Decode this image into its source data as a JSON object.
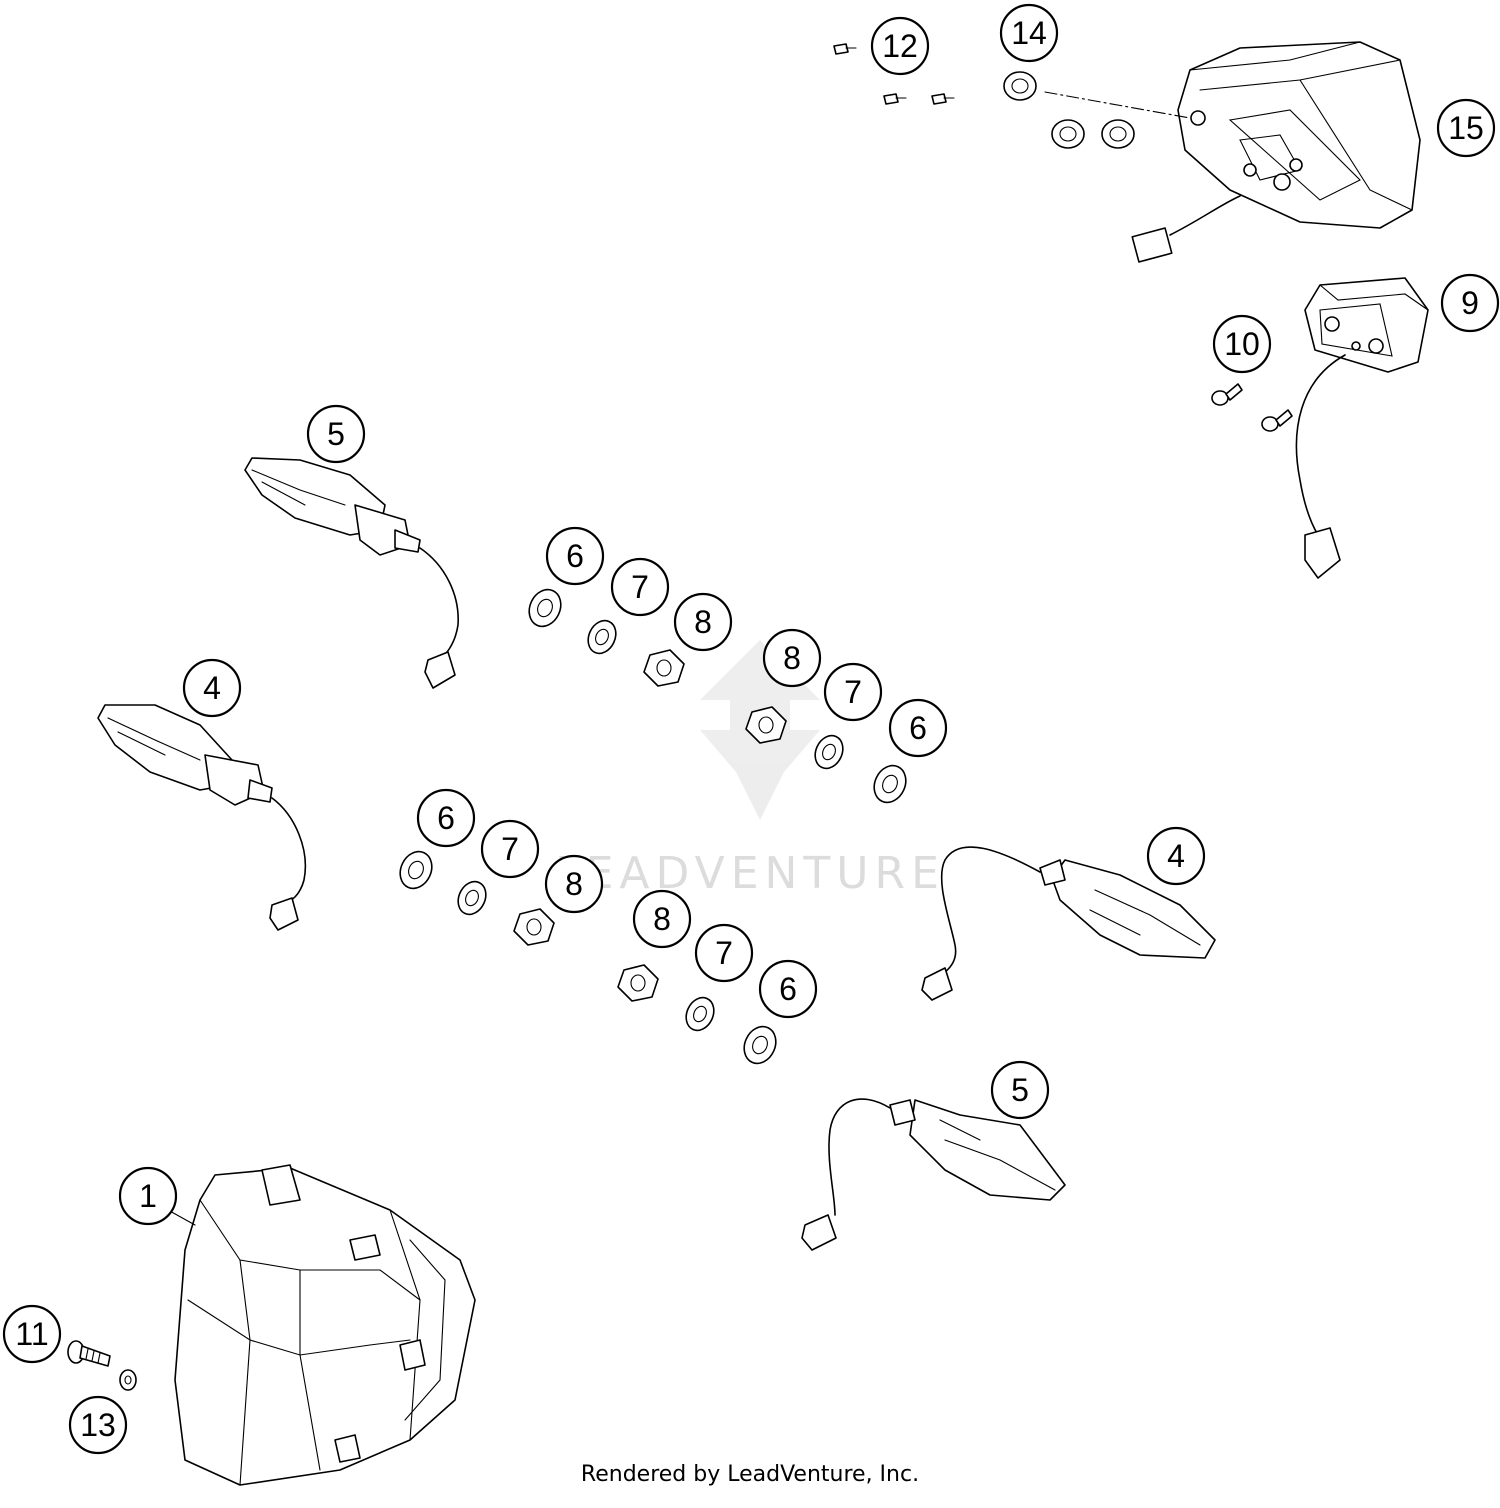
{
  "diagram": {
    "callouts": [
      {
        "id": "c1",
        "label": "1"
      },
      {
        "id": "c4a",
        "label": "4"
      },
      {
        "id": "c4b",
        "label": "4"
      },
      {
        "id": "c5a",
        "label": "5"
      },
      {
        "id": "c5b",
        "label": "5"
      },
      {
        "id": "c6a",
        "label": "6"
      },
      {
        "id": "c6b",
        "label": "6"
      },
      {
        "id": "c6c",
        "label": "6"
      },
      {
        "id": "c6d",
        "label": "6"
      },
      {
        "id": "c7a",
        "label": "7"
      },
      {
        "id": "c7b",
        "label": "7"
      },
      {
        "id": "c7c",
        "label": "7"
      },
      {
        "id": "c7d",
        "label": "7"
      },
      {
        "id": "c8a",
        "label": "8"
      },
      {
        "id": "c8b",
        "label": "8"
      },
      {
        "id": "c8c",
        "label": "8"
      },
      {
        "id": "c8d",
        "label": "8"
      },
      {
        "id": "c9",
        "label": "9"
      },
      {
        "id": "c10",
        "label": "10"
      },
      {
        "id": "c11",
        "label": "11"
      },
      {
        "id": "c12",
        "label": "12"
      },
      {
        "id": "c13",
        "label": "13"
      },
      {
        "id": "c14",
        "label": "14"
      },
      {
        "id": "c15",
        "label": "15"
      }
    ],
    "watermark": "LEADVENTURE",
    "credit": "Rendered by LeadVenture, Inc."
  }
}
